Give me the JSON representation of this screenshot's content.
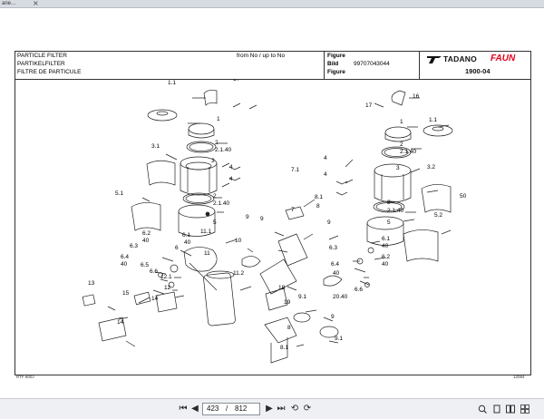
{
  "tab": {
    "title": "ane...",
    "close_glyph": "×"
  },
  "header": {
    "line1": "PARTICLE FILTER",
    "line2": "PARTIKELFILTER",
    "line3": "FILTRE DE PARTICULE",
    "range": "from No / up to No",
    "figure_label_en": "Figure",
    "figure_label_de": "Bild",
    "figure_label_fr": "Figure",
    "figure_number": "99707043044",
    "brand_tadano": "TADANO",
    "brand_faun": "FAUN",
    "figure_code": "1900-04"
  },
  "drawing": {
    "labels_left": [
      "1.1",
      "16",
      "17",
      "1",
      "2",
      "2.1.40",
      "3.1",
      "3",
      "4",
      "4",
      "2",
      "2.1.40",
      "5.1",
      "5",
      "6.1",
      "40",
      "11.1",
      "11",
      "10",
      "9",
      "6.2",
      "40",
      "6.3",
      "6",
      "6.4",
      "40",
      "6.5",
      "6.6",
      "13",
      "12.1",
      "12",
      "11.2",
      "15",
      "14",
      "14"
    ],
    "labels_center": [
      "7.1",
      "7",
      "8.1",
      "8",
      "9",
      "9",
      "18",
      "19",
      "9.1",
      "20.40",
      "8.1",
      "8",
      "9",
      "9.1"
    ],
    "labels_right": [
      "16",
      "17",
      "1",
      "1.1",
      "2",
      "2.1.40",
      "4",
      "4",
      "3",
      "3.2",
      "2",
      "2.1.40",
      "5",
      "5.2",
      "6.1",
      "40",
      "6.2",
      "40",
      "6.3",
      "6.4",
      "40",
      "6.6"
    ],
    "side_number": "50"
  },
  "footer": {
    "left_text": "RTF 600J",
    "right_text": "12084"
  },
  "toolbar": {
    "first_glyph": "⏮",
    "prev_glyph": "◀",
    "current_page": "423",
    "separator": "/",
    "total_pages": "812",
    "next_glyph": "▶",
    "last_glyph": "⏭",
    "back_glyph": "⟲",
    "forward_glyph": "⟳"
  }
}
